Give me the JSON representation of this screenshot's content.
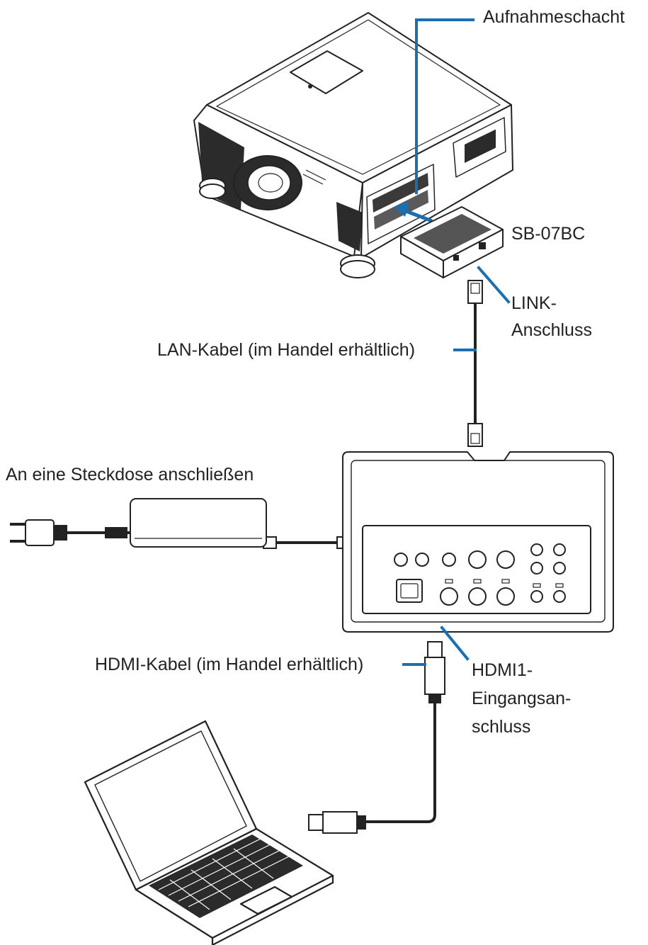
{
  "colors": {
    "callout": "#1a6fb3",
    "outline": "#222222",
    "device_fill": "#ffffff",
    "dark": "#2b2b2b",
    "background": "#ffffff"
  },
  "labels": {
    "slot": "Aufnahmeschacht",
    "board": "SB-07BC",
    "link_line1": "LINK-",
    "link_line2": "Anschluss",
    "lan_cable": "LAN-Kabel (im Handel erhältlich)",
    "outlet": "An eine Steckdose anschließen",
    "hdmi_cable": "HDMI-Kabel (im Handel erhältlich)",
    "hdmi_in_line1": "HDMI1-",
    "hdmi_in_line2": "Eingangsan-",
    "hdmi_in_line3": "schluss"
  },
  "icons": {
    "projector": "projector-icon",
    "board": "interface-board-icon",
    "hdbaset_box": "hdbaset-transmitter-icon",
    "power_adapter": "power-adapter-icon",
    "plug": "power-plug-icon",
    "laptop": "laptop-icon",
    "lan_connector": "rj45-connector-icon",
    "hdmi_connector": "hdmi-connector-icon"
  }
}
